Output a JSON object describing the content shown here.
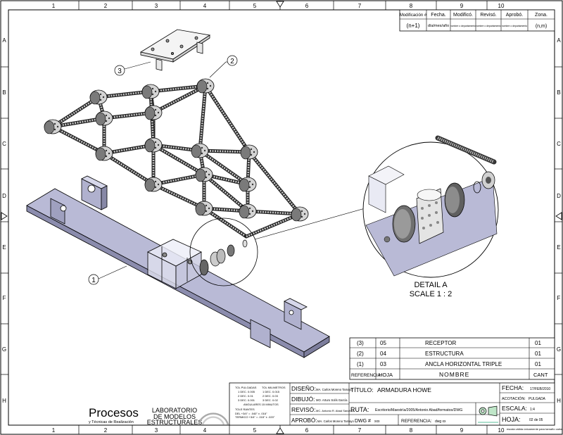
{
  "frame": {
    "columns": [
      "1",
      "2",
      "3",
      "4",
      "5",
      "6",
      "7",
      "8",
      "9",
      "10"
    ],
    "rows": [
      "A",
      "B",
      "C",
      "D",
      "E",
      "F",
      "G",
      "H"
    ]
  },
  "revision_table": {
    "headers": [
      "Modificación #",
      "Fecha.",
      "Modificó.",
      "Revisó.",
      "Aprobó.",
      "Zona."
    ],
    "values": [
      "(n+1)",
      "día/mes/año",
      "nombre o departamento",
      "nombre o departamento",
      "nombre o departamento",
      "(n,m)"
    ]
  },
  "balloons": [
    "3",
    "2",
    "1"
  ],
  "detail": {
    "title": "DETAIL A",
    "scale": "SCALE 1 : 2"
  },
  "parts_list": {
    "rows": [
      {
        "ref": "(3)",
        "sheet": "05",
        "name": "RECEPTOR",
        "qty": "01"
      },
      {
        "ref": "(2)",
        "sheet": "04",
        "name": "ESTRUCTURA",
        "qty": "01"
      },
      {
        "ref": "(1)",
        "sheet": "03",
        "name": "ANCLA HORIZONTAL TRIPLE",
        "qty": "01"
      }
    ],
    "header": {
      "ref": "REFERENCIA",
      "sheet": "HOJA",
      "name": "NOMBRE",
      "qty": "CANT"
    }
  },
  "tolerances": {
    "col1_head": "TOL PULGADAS",
    "col2_head": "TOL MILIMETROS",
    "rows": [
      [
        "1 DEC. 0.005",
        "1 DEC. 0.015"
      ],
      [
        "2 DEC. 0.01",
        "2 DEC. 0.03"
      ],
      [
        "3 DEC. 0.001",
        "3 DEC. 0.02"
      ]
    ],
    "angular": "ANGULARES 15 MINUTOS",
    "limits_head": "TOLE RANTES",
    "limits": [
      "DEL  +3/4\" = .040\" ± .016\"",
      "TERMICO +3/4\" = .015\" ± .020\""
    ]
  },
  "logo": {
    "name": "Procesos",
    "tagline": "y Técnicas de Realización",
    "lab": [
      "LABORATORIO",
      "DE MODELOS",
      "ESTRUCTURALES"
    ]
  },
  "title_block": {
    "diseno_label": "DISEÑO:",
    "diseno_value": "MA. Carlos Moreno Tamayo",
    "dibujo_label": "DIBUJÓ:",
    "dibujo_value": "MO. Arturo Solís García",
    "reviso_label": "REVISÓ:",
    "reviso_value": "MC. Antonio R. Abad Sánchez",
    "aprobo_label": "APROBÓ:",
    "aprobo_value": "MA. Carlos Moreno Tamayo",
    "titulo_label": "TÍTULO:",
    "titulo_value": "ARMADURA HOWE",
    "ruta_label": "RUTA:",
    "ruta_value": "Escritorio/Maestría/2005/Antonio Abad/formatos/DWG",
    "dwg_label": "DWG #",
    "dwg_value": "xxx",
    "referencia_label": "REFERENCIA:",
    "referencia_value": "dwg xx",
    "fecha_label": "FECHA:",
    "fecha_value": "17/FEB/2010",
    "acotacion_label": "ACOTACIÓN:",
    "acotacion_value": "PULGADA",
    "escala_label": "ESCALA:",
    "escala_value": "1:4",
    "hoja_label": "HOJA:",
    "hoja_value": "02 de 05",
    "note": "escala válida únicamente para tamaño carta"
  }
}
